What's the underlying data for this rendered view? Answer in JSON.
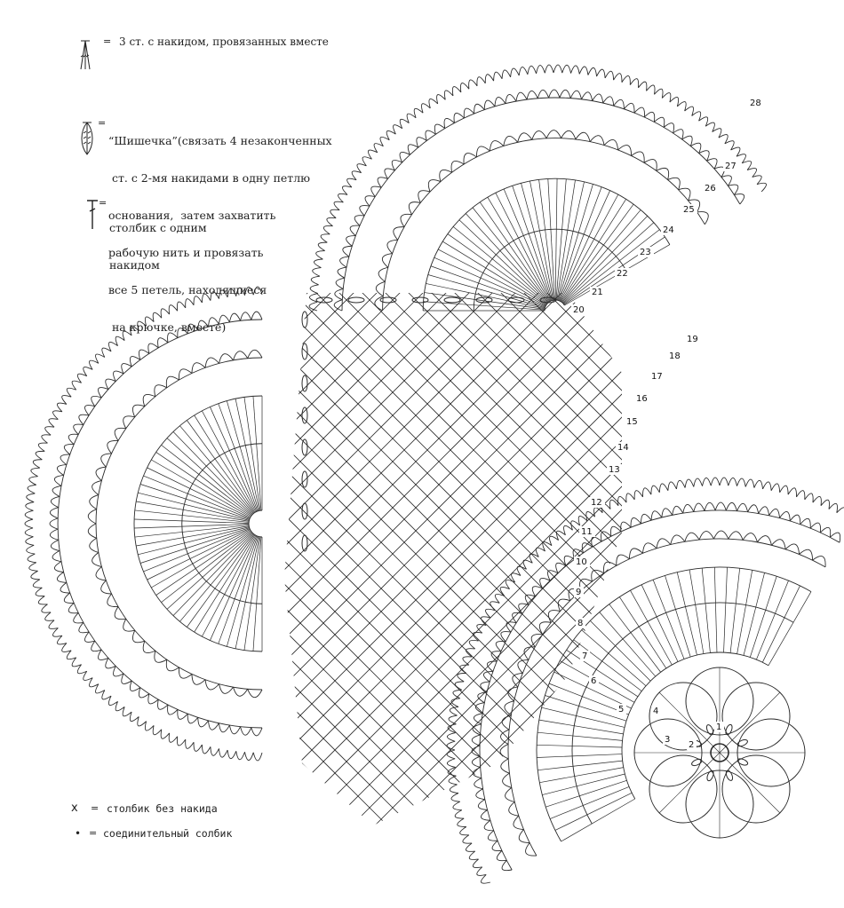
{
  "legend": {
    "tr3_together": {
      "symbol": "three-dc-together-icon",
      "eq": "=",
      "text": "3 ст. с накидом, провязанных вместе"
    },
    "bobble": {
      "symbol": "bobble-icon",
      "eq": "=",
      "lines": [
        "“Шишечка”(связать 4 незаконченных",
        " ст. с 2-мя накидами в одну петлю",
        "основания,  затем захватить",
        "рабочую нить и провязать",
        "все 5 петель, находящиеся",
        " на крючке, вместе)"
      ]
    },
    "dc": {
      "symbol": "double-crochet-icon",
      "eq": "=",
      "lines": [
        " столбик с одним",
        " накидом"
      ]
    },
    "sc": {
      "symbol": "single-crochet-icon",
      "eq": "=",
      "text": "столбик без накида"
    },
    "slst": {
      "symbol": "slip-stitch-icon",
      "eq": "=",
      "text": "соединительный солбик"
    }
  },
  "diagram": {
    "row_numbers": [
      "1",
      "2",
      "3",
      "4",
      "5",
      "6",
      "7",
      "8",
      "9",
      "10",
      "11",
      "12",
      "13",
      "14",
      "15",
      "16",
      "17",
      "18",
      "19",
      "20",
      "21",
      "22",
      "23",
      "24",
      "25",
      "26",
      "27",
      "28"
    ],
    "line_color": "#2a2a2a"
  }
}
